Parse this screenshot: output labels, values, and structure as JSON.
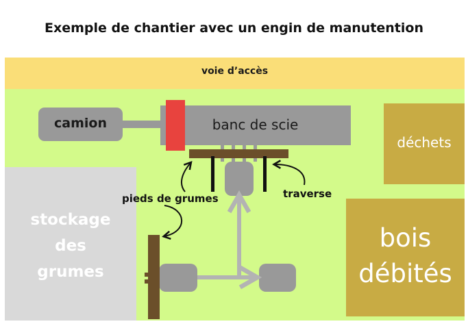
{
  "title": "Exemple de chantier avec un engin de manutention",
  "zones": {
    "access_road": "voie d’accès",
    "log_storage": "stockage\ndes\ngrumes",
    "waste": "déchets",
    "sawn_lumber": "bois\ndébités"
  },
  "equipment": {
    "truck": "camion",
    "sawmill": "banc de scie"
  },
  "annotations": {
    "log_feet": "pieds de grumes",
    "crossbar": "traverse"
  },
  "colors": {
    "road": "#fade78",
    "site": "#d3fa8a",
    "storage": "#d9d9d9",
    "product": "#c8ab44",
    "machine": "#999999",
    "wood": "#6b4f2a",
    "red_block": "#e8433e"
  }
}
